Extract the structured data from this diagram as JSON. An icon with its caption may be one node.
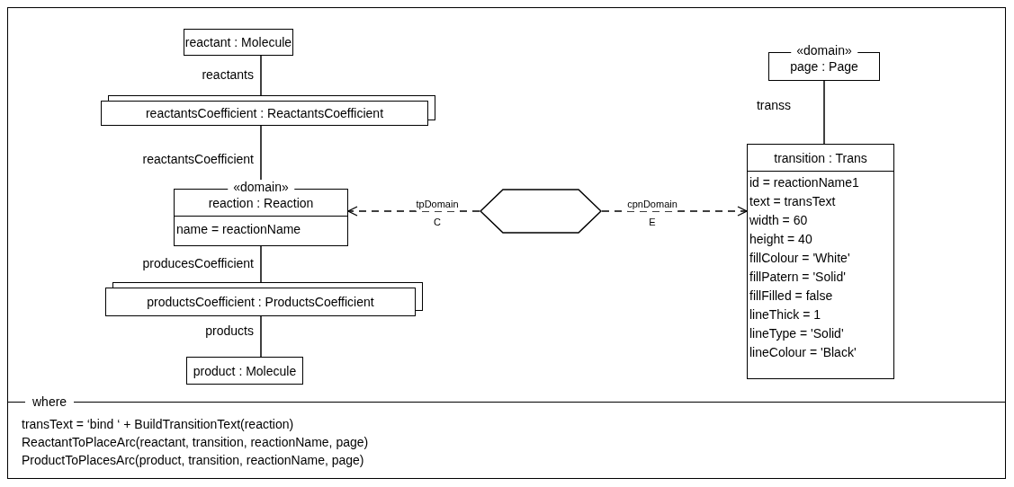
{
  "diagram": {
    "nodes": [
      {
        "text": [
          "reactant : Molecule"
        ]
      },
      {
        "text": [
          "reactantsCoefficient : ReactantsCoefficient"
        ]
      },
      {
        "text": [
          "«domain»",
          "reaction : Reaction",
          "name = reactionName"
        ]
      },
      {
        "text": [
          "productsCoefficient : ProductsCoefficient"
        ]
      },
      {
        "text": [
          "product : Molecule"
        ]
      },
      {
        "text": [],
        "shape": "hexagon"
      },
      {
        "text": [
          "«domain»",
          "page : Page"
        ]
      },
      {
        "text": [
          "transition : Trans",
          "id = reactionName1",
          "text = transText",
          "width = 60",
          "height = 40",
          "fillColour = 'White'",
          "fillPatern = 'Solid'",
          "fillFilled = false",
          "lineThick = 1",
          "lineType = 'Solid'",
          "lineColour = 'Black'"
        ]
      },
      {
        "text": [
          "where",
          "transText = ‘bind ‘ + BuildTransitionText(reaction)",
          "ReactantToPlaceArc(reactant, transition, reactionName, page)",
          "ProductToPlacesArc(product, transition, reactionName, page)"
        ]
      }
    ],
    "edges": [
      {
        "from": 0,
        "to": 1,
        "arrow": "none",
        "label": "reactants"
      },
      {
        "from": 1,
        "to": 2,
        "arrow": "none",
        "label": "reactantsCoefficient"
      },
      {
        "from": 2,
        "to": 3,
        "arrow": "none",
        "label": "producesCoefficient"
      },
      {
        "from": 3,
        "to": 4,
        "arrow": "none",
        "label": "products"
      },
      {
        "from": 5,
        "to": 2,
        "arrow": "to",
        "label": "tpDomain",
        "style": "dashed"
      },
      {
        "from": 5,
        "to": 7,
        "arrow": "to",
        "label": "cpnDomain",
        "style": "dashed"
      },
      {
        "from": 6,
        "to": 7,
        "arrow": "none",
        "label": "transs"
      }
    ],
    "labels": [
      "C",
      "E"
    ]
  }
}
